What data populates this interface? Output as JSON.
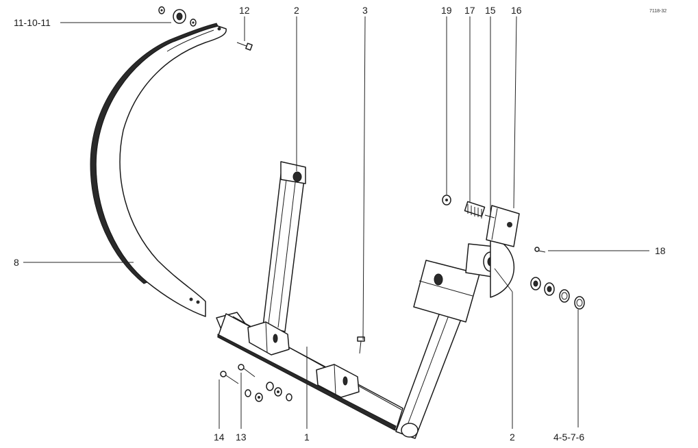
{
  "drawing": {
    "code": "7118-32"
  },
  "labels": {
    "washer_group_top": "11-10-11",
    "bolt_top": "12",
    "bush_left": "2",
    "bolt_center": "3",
    "nut_small": "19",
    "spring": "17",
    "pin": "15",
    "bracket": "16",
    "skid": "8",
    "small_bolt": "18",
    "washer_set": "4-5-7-6",
    "bolt_bottom_14": "14",
    "bolt_bottom_13": "13",
    "frame": "1",
    "bush_right": "2"
  }
}
